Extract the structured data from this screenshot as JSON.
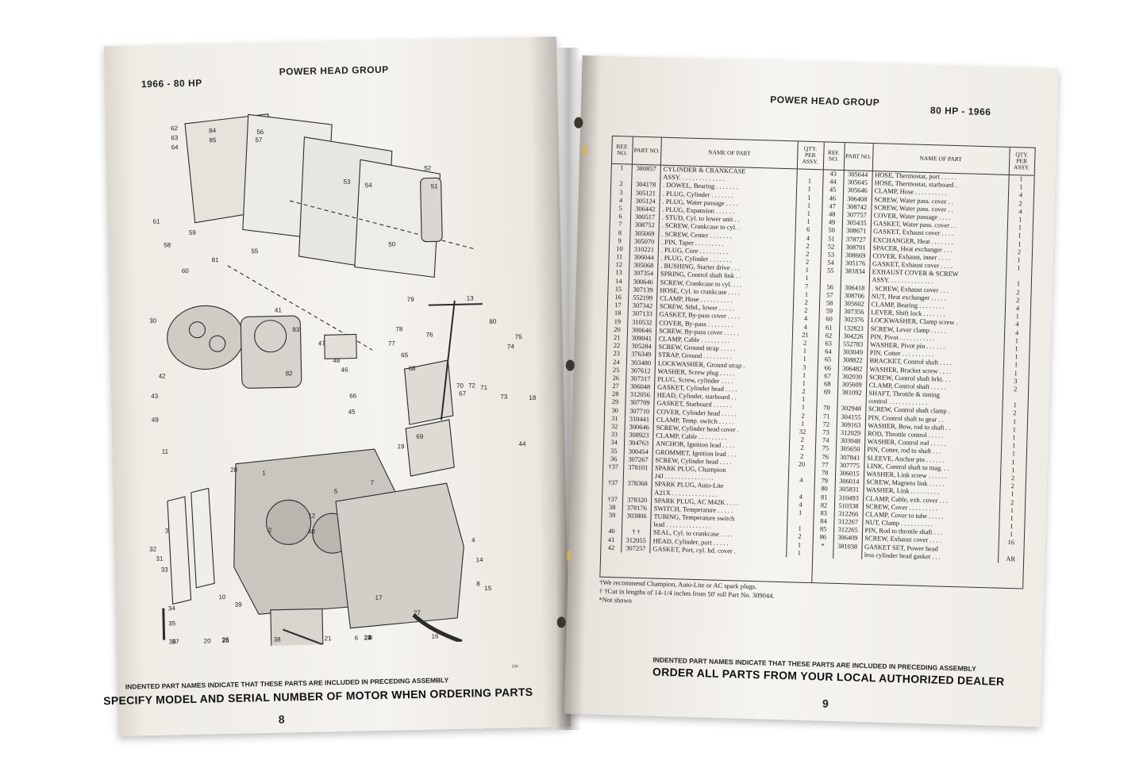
{
  "left_page": {
    "header_model": "1966 - 80 HP",
    "header_title": "POWER HEAD GROUP",
    "page_number": "8",
    "footer_note": "INDENTED PART NAMES INDICATE THAT THESE PARTS ARE INCLUDED IN PRECEDING ASSEMBLY",
    "footer_main": "SPECIFY MODEL AND SERIAL NUMBER OF MOTOR WHEN ORDERING PARTS",
    "figure_code": "105",
    "callouts": [
      "62",
      "63",
      "64",
      "84",
      "85",
      "56",
      "57",
      "52",
      "51",
      "54",
      "53",
      "50",
      "61",
      "58",
      "59",
      "60",
      "55",
      "81",
      "79",
      "13",
      "80",
      "30",
      "41",
      "83",
      "47",
      "48",
      "78",
      "76",
      "75",
      "74",
      "77",
      "65",
      "68",
      "46",
      "82",
      "42",
      "43",
      "45",
      "49",
      "66",
      "67",
      "72",
      "70",
      "71",
      "73",
      "18",
      "19",
      "69",
      "44",
      "11",
      "28",
      "1",
      "5",
      "7",
      "4",
      "10",
      "12",
      "40",
      "2",
      "3",
      "31",
      "32",
      "33",
      "34",
      "35",
      "36",
      "37",
      "38",
      "39",
      "27",
      "16",
      "15",
      "14",
      "8",
      "17",
      "9",
      "6",
      "25",
      "26",
      "22",
      "23",
      "24",
      "21",
      "20"
    ]
  },
  "right_page": {
    "header_title": "POWER HEAD GROUP",
    "header_model": "80 HP - 1966",
    "page_number": "9",
    "footer_note": "INDENTED PART NAMES INDICATE THAT THESE PARTS ARE INCLUDED IN PRECEDING ASSEMBLY",
    "footer_main": "ORDER ALL PARTS FROM YOUR LOCAL AUTHORIZED DEALER",
    "columns": {
      "ref": "REF. NO.",
      "part": "PART NO.",
      "name": "NAME OF PART",
      "qty": "QTY. PER ASSY."
    },
    "left_rows": [
      {
        "ref": "1",
        "part": "380857",
        "name": "CYLINDER & CRANKCASE",
        "qty": ""
      },
      {
        "ref": "",
        "part": "",
        "name": "ASSY. . . . . . . . . . . . . .",
        "qty": "1"
      },
      {
        "ref": "2",
        "part": "304178",
        "name": ". DOWEL, Bearing . . . . . . .",
        "qty": "1"
      },
      {
        "ref": "3",
        "part": "305121",
        "name": ". PLUG, Cylinder . . . . . . .",
        "qty": "1"
      },
      {
        "ref": "4",
        "part": "305124",
        "name": ". PLUG, Water passage . . . .",
        "qty": "1"
      },
      {
        "ref": "5",
        "part": "306442",
        "name": ". PLUG, Expansion . . . . . .",
        "qty": "1"
      },
      {
        "ref": "6",
        "part": "300517",
        "name": ". STUD, Cyl. to lower unit . .",
        "qty": "1"
      },
      {
        "ref": "7",
        "part": "308752",
        "name": ". SCREW, Crankcase to cyl. .",
        "qty": "6"
      },
      {
        "ref": "8",
        "part": "305069",
        "name": ". SCREW, Center . . . . . . .",
        "qty": "4"
      },
      {
        "ref": "9",
        "part": "305070",
        "name": ". PIN, Taper . . . . . . . . .",
        "qty": "2"
      },
      {
        "ref": "10",
        "part": "310221",
        "name": ". PLUG, Core . . . . . . . . .",
        "qty": "2"
      },
      {
        "ref": "11",
        "part": "306044",
        "name": ". PLUG, Cylinder . . . . . . .",
        "qty": "2"
      },
      {
        "ref": "12",
        "part": "305068",
        "name": ". BUSHING, Starter drive . . .",
        "qty": "1"
      },
      {
        "ref": "13",
        "part": "307354",
        "name": "SPRING, Control shaft link . .",
        "qty": "1"
      },
      {
        "ref": "14",
        "part": "300646",
        "name": "SCREW, Crankcase to cyl. . . .",
        "qty": "7"
      },
      {
        "ref": "15",
        "part": "307139",
        "name": "HOSE, Cyl. to crankcase . . . .",
        "qty": "1"
      },
      {
        "ref": "16",
        "part": "552199",
        "name": "CLAMP, Hose . . . . . . . . . .",
        "qty": "2"
      },
      {
        "ref": "17",
        "part": "307342",
        "name": "SCREW, Stbd., lower . . . . .",
        "qty": "2"
      },
      {
        "ref": "18",
        "part": "307133",
        "name": "GASKET, By-pass cover . . . .",
        "qty": "4"
      },
      {
        "ref": "19",
        "part": "310532",
        "name": "COVER, By-pass . . . . . . . .",
        "qty": "4"
      },
      {
        "ref": "20",
        "part": "300646",
        "name": "SCREW, By-pass cover . . . . .",
        "qty": "21"
      },
      {
        "ref": "21",
        "part": "309041",
        "name": "CLAMP, Cable . . . . . . . . .",
        "qty": "2"
      },
      {
        "ref": "22",
        "part": "305284",
        "name": "SCREW, Ground strap . . . . .",
        "qty": "1"
      },
      {
        "ref": "23",
        "part": "376349",
        "name": "STRAP, Ground . . . . . . . . .",
        "qty": "1"
      },
      {
        "ref": "24",
        "part": "303480",
        "name": "LOCKWASHER, Ground strap .",
        "qty": "3"
      },
      {
        "ref": "25",
        "part": "307612",
        "name": "WASHER, Screw plug . . . . .",
        "qty": "1"
      },
      {
        "ref": "26",
        "part": "307317",
        "name": "PLUG, Screw, cylinder . . . .",
        "qty": "1"
      },
      {
        "ref": "27",
        "part": "306048",
        "name": "GASKET, Cylinder head . . . .",
        "qty": "2"
      },
      {
        "ref": "28",
        "part": "312056",
        "name": "HEAD, Cylinder, starboard . .",
        "qty": "1"
      },
      {
        "ref": "29",
        "part": "307709",
        "name": "GASKET, Starboard . . . . . .",
        "qty": "1"
      },
      {
        "ref": "30",
        "part": "307710",
        "name": "COVER, Cylinder head . . . . .",
        "qty": "2"
      },
      {
        "ref": "31",
        "part": "310441",
        "name": "CLAMP, Temp. switch . . . . .",
        "qty": "1"
      },
      {
        "ref": "32",
        "part": "300646",
        "name": "SCREW, Cylinder head cover .",
        "qty": "32"
      },
      {
        "ref": "33",
        "part": "308923",
        "name": "CLAMP, Cable . . . . . . . . .",
        "qty": "2"
      },
      {
        "ref": "34",
        "part": "304763",
        "name": "ANCHOR, Ignition lead . . . .",
        "qty": "2"
      },
      {
        "ref": "35",
        "part": "300454",
        "name": "GROMMET, Ignition lead . . .",
        "qty": "2"
      },
      {
        "ref": "36",
        "part": "307267",
        "name": "SCREW, Cylinder head . . . .",
        "qty": "20"
      },
      {
        "ref": "†37",
        "part": "378101",
        "name": "SPARK PLUG, Champion",
        "qty": ""
      },
      {
        "ref": "",
        "part": "",
        "name": "J4J . . . . . . . . . . . . . . .",
        "qty": "4"
      },
      {
        "ref": "†37",
        "part": "378368",
        "name": "SPARK PLUG, Auto-Lite",
        "qty": ""
      },
      {
        "ref": "",
        "part": "",
        "name": "A21X . . . . . . . . . . . . . .",
        "qty": "4"
      },
      {
        "ref": "†37",
        "part": "378320",
        "name": "SPARK PLUG, AC M42K . . . .",
        "qty": "4"
      },
      {
        "ref": "38",
        "part": "378176",
        "name": "SWITCH, Temperature . . . . .",
        "qty": "1"
      },
      {
        "ref": "39",
        "part": "303806",
        "name": "TUBING, Temperature switch",
        "qty": ""
      },
      {
        "ref": "",
        "part": "",
        "name": "lead . . . . . . . . . . . . . .",
        "qty": "1"
      },
      {
        "ref": "40",
        "part": "† †",
        "name": "SEAL, Cyl. to crankcase . . . .",
        "qty": "2"
      },
      {
        "ref": "41",
        "part": "312055",
        "name": "HEAD, Cylinder, port . . . . .",
        "qty": "1"
      },
      {
        "ref": "42",
        "part": "307257",
        "name": "GASKET, Port, cyl. hd. cover .",
        "qty": "1"
      }
    ],
    "right_rows": [
      {
        "ref": "43",
        "part": "305644",
        "name": "HOSE, Thermostat, port . . . . .",
        "qty": "1"
      },
      {
        "ref": "44",
        "part": "305645",
        "name": "HOSE, Thermostat, starboard .",
        "qty": "1"
      },
      {
        "ref": "45",
        "part": "305646",
        "name": "CLAMP, Hose . . . . . . . . . .",
        "qty": "4"
      },
      {
        "ref": "46",
        "part": "306408",
        "name": "SCREW, Water pass. cover . .",
        "qty": "2"
      },
      {
        "ref": "47",
        "part": "308742",
        "name": "SCREW, Water pass. cover . .",
        "qty": "4"
      },
      {
        "ref": "48",
        "part": "307757",
        "name": "COVER, Water passage . . . .",
        "qty": "1"
      },
      {
        "ref": "49",
        "part": "305435",
        "name": "GASKET, Water pass. cover . .",
        "qty": "1"
      },
      {
        "ref": "50",
        "part": "308671",
        "name": "GASKET, Exhaust cover . . . .",
        "qty": "1"
      },
      {
        "ref": "51",
        "part": "378727",
        "name": "EXCHANGER, Heat . . . . . . .",
        "qty": "1"
      },
      {
        "ref": "52",
        "part": "308701",
        "name": "SPACER, Heat exchanger . . .",
        "qty": "2"
      },
      {
        "ref": "53",
        "part": "308669",
        "name": "COVER, Exhaust, inner . . . .",
        "qty": "1"
      },
      {
        "ref": "54",
        "part": "305176",
        "name": "GASKET, Exhaust cover . . . .",
        "qty": "1"
      },
      {
        "ref": "55",
        "part": "381834",
        "name": "EXHAUST COVER & SCREW",
        "qty": ""
      },
      {
        "ref": "",
        "part": "",
        "name": "ASSY. . . . . . . . . . . . . .",
        "qty": "1"
      },
      {
        "ref": "56",
        "part": "306418",
        "name": ". SCREW, Exhaust cover . . .",
        "qty": "2"
      },
      {
        "ref": "57",
        "part": "308706",
        "name": "NUT, Heat exchanger . . . . .",
        "qty": "2"
      },
      {
        "ref": "58",
        "part": "305602",
        "name": "CLAMP, Bearing . . . . . . . .",
        "qty": "4"
      },
      {
        "ref": "59",
        "part": "307356",
        "name": "LEVER, Shift lock . . . . . . .",
        "qty": "1"
      },
      {
        "ref": "60",
        "part": "302376",
        "name": "LOCKWASHER, Clamp screw .",
        "qty": "4"
      },
      {
        "ref": "61",
        "part": "132823",
        "name": "SCREW, Lever clamp . . . . .",
        "qty": "4"
      },
      {
        "ref": "62",
        "part": "304226",
        "name": "PIN, Pivot . . . . . . . . . . .",
        "qty": "1"
      },
      {
        "ref": "63",
        "part": "552783",
        "name": "WASHER, Pivot pin . . . . . .",
        "qty": "1"
      },
      {
        "ref": "64",
        "part": "303049",
        "name": "PIN, Cotter . . . . . . . . . .",
        "qty": "1"
      },
      {
        "ref": "65",
        "part": "308822",
        "name": "BRACKET, Control shaft . . . .",
        "qty": "1"
      },
      {
        "ref": "66",
        "part": "306482",
        "name": "WASHER, Bracket screw . . . .",
        "qty": "1"
      },
      {
        "ref": "67",
        "part": "302030",
        "name": "SCREW, Control shaft brkt. . .",
        "qty": "3"
      },
      {
        "ref": "68",
        "part": "305609",
        "name": "CLAMP, Control shaft . . . . .",
        "qty": "2"
      },
      {
        "ref": "69",
        "part": "381092",
        "name": "SHAFT, Throttle & timing",
        "qty": ""
      },
      {
        "ref": "",
        "part": "",
        "name": "control . . . . . . . . . . . .",
        "qty": "1"
      },
      {
        "ref": "70",
        "part": "302948",
        "name": "SCREW, Control shaft clamp .",
        "qty": "2"
      },
      {
        "ref": "71",
        "part": "304155",
        "name": "PIN, Control shaft to gear . .",
        "qty": "1"
      },
      {
        "ref": "72",
        "part": "309163",
        "name": "WASHER, Bow, rod to shaft . .",
        "qty": "1"
      },
      {
        "ref": "73",
        "part": "312029",
        "name": "ROD, Throttle control . . . . .",
        "qty": "1"
      },
      {
        "ref": "74",
        "part": "303048",
        "name": "WASHER, Control rod . . . . .",
        "qty": "1"
      },
      {
        "ref": "75",
        "part": "305650",
        "name": "PIN, Cotter, rod to shaft . . .",
        "qty": "1"
      },
      {
        "ref": "76",
        "part": "307841",
        "name": "SLEEVE, Anchor pin . . . . . .",
        "qty": "1"
      },
      {
        "ref": "77",
        "part": "307775",
        "name": "LINK, Control shaft to mag. . .",
        "qty": "1"
      },
      {
        "ref": "78",
        "part": "306015",
        "name": "WASHER, Link screw . . . . . .",
        "qty": "2"
      },
      {
        "ref": "79",
        "part": "306014",
        "name": "SCREW, Magneto link . . . . .",
        "qty": "2"
      },
      {
        "ref": "80",
        "part": "305831",
        "name": "WASHER, Link . . . . . . . . .",
        "qty": "1"
      },
      {
        "ref": "81",
        "part": "310493",
        "name": "CLAMP, Cable, exh. cover . . .",
        "qty": "2"
      },
      {
        "ref": "82",
        "part": "510338",
        "name": "SCREW, Cover . . . . . . . . .",
        "qty": "1"
      },
      {
        "ref": "83",
        "part": "312266",
        "name": "CLAMP, Cover to tube . . . . .",
        "qty": "1"
      },
      {
        "ref": "84",
        "part": "312267",
        "name": "NUT, Clamp . . . . . . . . . .",
        "qty": "1"
      },
      {
        "ref": "85",
        "part": "312265",
        "name": "PIN, Rod to throttle shaft . . .",
        "qty": "1"
      },
      {
        "ref": "86",
        "part": "306409",
        "name": "SCREW, Exhaust cover . . . .",
        "qty": "16"
      },
      {
        "ref": "*",
        "part": "381038",
        "name": "GASKET SET, Power head",
        "qty": ""
      },
      {
        "ref": "",
        "part": "",
        "name": "less cylinder head gasket . . .",
        "qty": "AR"
      }
    ],
    "notes": [
      "†We recommend Champion, Auto-Lite or AC spark plugs.",
      "† †Cut in lengths of 14-1/4 inches from 50' roll Part No. 309044.",
      "*Not shown"
    ]
  },
  "colors": {
    "paper": "#f5f3ef",
    "ink": "#1a1a1a",
    "background": "#ffffff",
    "holes": "#3a3631",
    "stain": "#d8b25a"
  }
}
